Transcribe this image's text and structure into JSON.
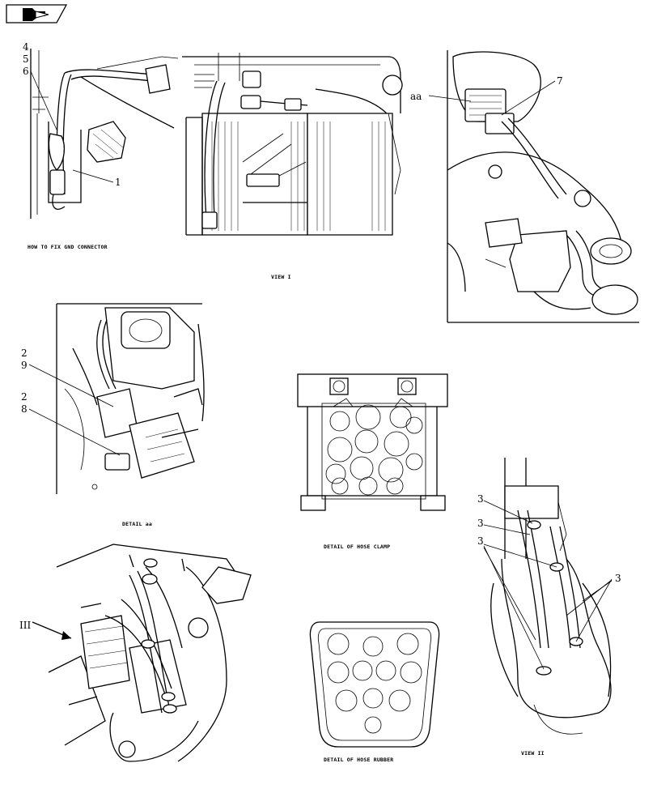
{
  "captions": {
    "gnd_connector": "HOW TO FIX GND CONNECTOR",
    "view_1": "VIEW I",
    "detail_aa": "DETAIL aa",
    "hose_clamp": "DETAIL OF HOSE CLAMP",
    "hose_rubber": "DETAIL OF HOSE RUBBER",
    "view_2": "VIEW II"
  },
  "callouts": {
    "c4": "4",
    "c5": "5",
    "c6": "6",
    "c1": "1",
    "aa": "aa",
    "c7": "7",
    "c2a": "2",
    "c9": "9",
    "c2b": "2",
    "c8": "8",
    "roman3": "III",
    "c3a": "3",
    "c3b": "3",
    "c3c": "3",
    "c3d": "3"
  },
  "icons": {
    "corner_badge": "next-page-arrow-icon"
  }
}
